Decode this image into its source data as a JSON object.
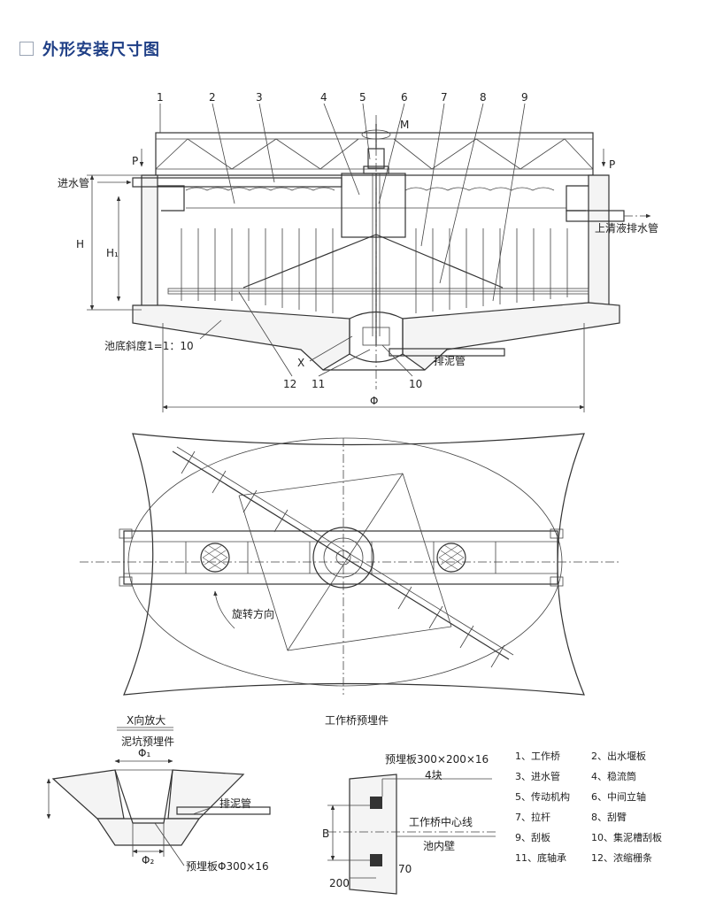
{
  "page": {
    "title": "外形安装尺寸图"
  },
  "elevation": {
    "callouts": [
      "1",
      "2",
      "3",
      "4",
      "5",
      "6",
      "7",
      "8",
      "9",
      "10",
      "11",
      "12"
    ],
    "labels": {
      "inlet_pipe": "进水管",
      "outlet_pipe": "上清液排水管",
      "slope": "池底斜度1=1：10",
      "sludge_pipe": "排泥管",
      "H": "H",
      "H1": "H₁",
      "P_left": "P",
      "P_right": "P",
      "M": "M",
      "X": "X",
      "phi": "Φ"
    }
  },
  "plan": {
    "labels": {
      "rotation": "旋转方向"
    }
  },
  "detail_x": {
    "title": "X向放大",
    "subtitle": "泥坑预埋件",
    "phi1": "Φ₁",
    "phi2": "Φ₂",
    "sludge_pipe": "排泥管",
    "plate": "预埋板Φ300×16"
  },
  "detail_bridge": {
    "title": "工作桥预埋件",
    "plate": "预埋板300×200×16",
    "count": "4块",
    "center_line": "工作桥中心线",
    "inner_wall": "池内壁",
    "B": "B",
    "dim_200": "200",
    "dim_70": "70"
  },
  "legend": [
    "1、工作桥",
    "2、出水堰板",
    "3、进水管",
    "4、稳流筒",
    "5、传动机构",
    "6、中间立轴",
    "7、拉杆",
    "8、刮臂",
    "9、刮板",
    "10、集泥槽刮板",
    "11、底轴承",
    "12、浓缩栅条"
  ]
}
